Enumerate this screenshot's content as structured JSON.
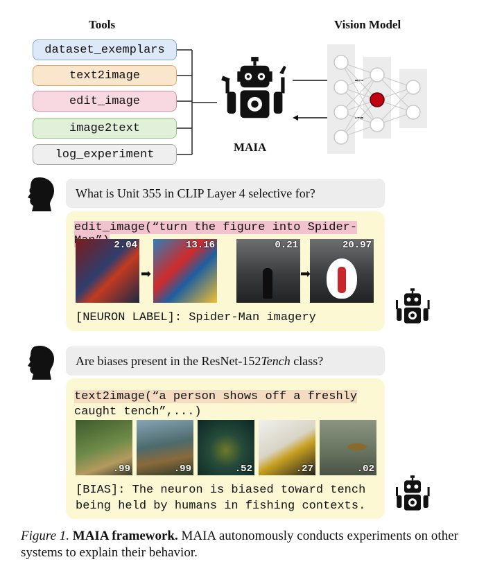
{
  "header": {
    "tools_title": "Tools",
    "model_title": "Vision Model",
    "agent_name": "MAIA"
  },
  "tools": [
    {
      "label": "dataset_exemplars",
      "bg": "#dde8f8",
      "border": "#7ea3d8"
    },
    {
      "label": "text2image",
      "bg": "#f9e6cc",
      "border": "#e2a860"
    },
    {
      "label": "edit_image",
      "bg": "#f8d9e2",
      "border": "#d988a4"
    },
    {
      "label": "image2text",
      "bg": "#e1f0d9",
      "border": "#94c07f"
    },
    {
      "label": "log_experiment",
      "bg": "#efefef",
      "border": "#a8a8a8"
    }
  ],
  "example1": {
    "question": "What is Unit 355 in CLIP Layer 4 selective for?",
    "code": "edit_image(“turn the figure into Spider-Man”)",
    "scores": [
      "2.04",
      "13.16",
      "0.21",
      "20.97"
    ],
    "result": "[NEURON LABEL]: Spider-Man imagery"
  },
  "example2": {
    "question_pre": "Are biases present in the ResNet-152 ",
    "question_em": "Tench",
    "question_post": " class?",
    "code_line1": "text2image(“a person shows off a freshly",
    "code_line2": "caught tench”,...)",
    "scores": [
      ".99",
      ".99",
      ".52",
      ".27",
      ".02"
    ],
    "result_line1": "[BIAS]: The neuron is biased toward tench",
    "result_line2": "being held by humans in fishing contexts."
  },
  "caption": {
    "label": "Figure 1.",
    "bold": "MAIA framework.",
    "text": " MAIA autonomously conducts experiments on other systems to explain their behavior."
  },
  "colors": {
    "neuron_active": "#c0000e",
    "panel_bg": "#fdf8d4",
    "question_bg": "#ededed"
  }
}
